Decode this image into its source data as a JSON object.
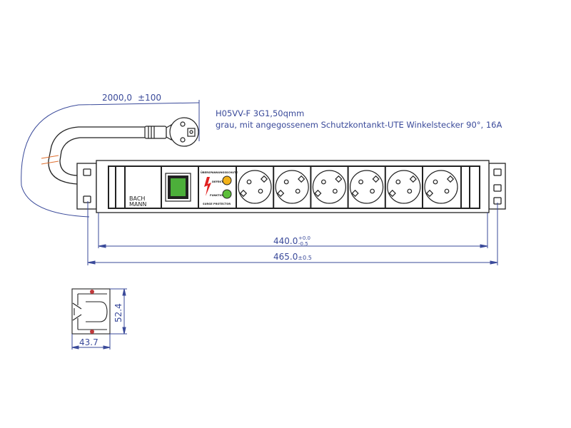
{
  "cable_length": {
    "value": "2000,0",
    "tolerance": "±100"
  },
  "cable_note": {
    "line1": "H05VV-F 3G1,50qmm",
    "line2": "grau, mit angegossenem Schutzkontankt-UTE Winkelstecker 90°, 16A"
  },
  "panel": {
    "brand_line1": "BACH",
    "brand_line2": "MANN",
    "surge_title": "ÜBERSPANNUNGSSCHUTZ",
    "defect_label": "DEFEKT",
    "function_label": "FUNKTION",
    "surge_footer": "SURGE PROTECTOR",
    "socket_count": 6
  },
  "dimensions": {
    "inner_width": {
      "value": "440.0",
      "tol_plus": "+0.0",
      "tol_minus": "-0.5"
    },
    "outer_width": {
      "value": "465.0",
      "tolerance": "±0.5"
    },
    "profile_height": "52.4",
    "profile_width": "43.7"
  },
  "colors": {
    "dimension": "#3a4a9a",
    "switch": "#4caf3a",
    "defect_led": "#f2b21a",
    "function_led": "#5cbf3a",
    "lightning": "#e02020",
    "marker": "#c0393b"
  }
}
